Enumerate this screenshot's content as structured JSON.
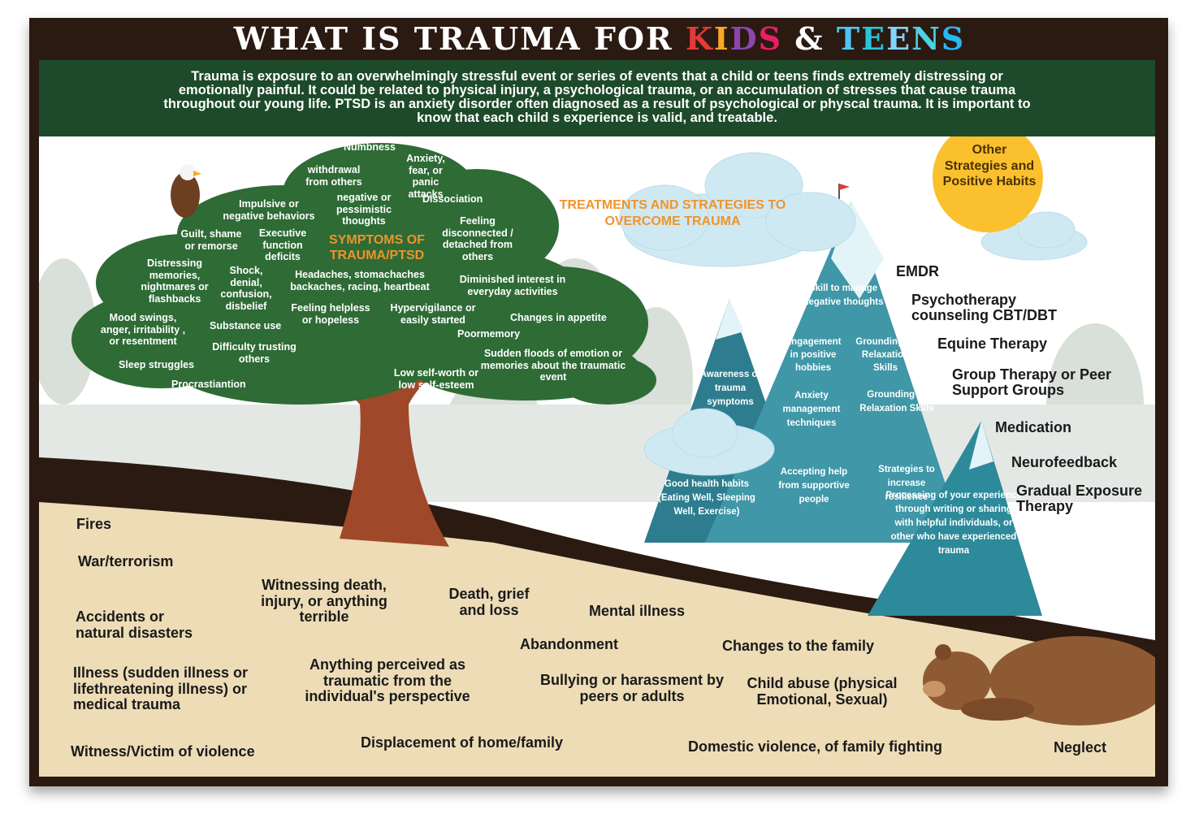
{
  "title": {
    "part1": "WHAT IS TRAUMA FOR",
    "kids_letters": [
      "K",
      "I",
      "D",
      "S"
    ],
    "amp": "&",
    "teens_letters": [
      "T",
      "E",
      "E",
      "N",
      "S"
    ]
  },
  "intro_text": "Trauma is exposure to an overwhelmingly stressful event or series of events that a child or teens finds extremely distressing or emotionally painful. It could be related to physical injury, a psychological trauma, or an accumulation of stresses that cause trauma throughout our young life. PTSD is an anxiety disorder often diagnosed as a result of psychological or physcal trauma. It is important to know that each child s experience is valid, and treatable.",
  "symptoms": {
    "heading": "SYMPTOMS OF TRAUMA/PTSD",
    "items": [
      "Numbness",
      "Anxiety, fear, or panic attacks",
      "withdrawal from others",
      "Impulsive or negative behaviors",
      "negative or pessimistic thoughts",
      "Dissociation",
      "Guilt, shame or remorse",
      "Executive function deficits",
      "Feeling disconnected / detached from others",
      "Distressing memories, nightmares or flashbacks",
      "Shock, denial, confusion, disbelief",
      "Headaches, stomachaches backaches, racing, heartbeat",
      "Diminished interest in everyday activities",
      "Mood swings, anger, irritability , or resentment",
      "Feeling helpless or hopeless",
      "Hypervigilance or easily started",
      "Changes in appetite",
      "Substance use",
      "Poormemory",
      "Difficulty trusting others",
      "Sudden floods of emotion or memories about the traumatic event",
      "Sleep struggles",
      "Low self-worth or low self-esteem",
      "Procrastiantion"
    ]
  },
  "treatments": {
    "heading": "TREATMENTS AND STRATEGIES TO OVERCOME TRAUMA",
    "mountain_items": [
      "Skill to manage negative thoughts",
      "Engagement in positive hobbies",
      "Grounding or Relaxation Skills",
      "Awareness of trauma symptoms",
      "Anxiety management techniques",
      "Grounding or Relaxation Skills",
      "Accepting help from supportive people",
      "Strategies to increase resilience",
      "Good health habits (Eating Well, Sleeping Well, Exercise)",
      "Processing of your experience through writing or sharing with helpful individuals, or other who have experienced trauma"
    ],
    "other_strategies": "Other Strategies and Positive Habits",
    "list": [
      "EMDR",
      "Psychotherapy counseling CBT/DBT",
      "Equine Therapy",
      "Group Therapy or Peer Support Groups",
      "Medication",
      "Neurofeedback",
      "Gradual Exposure Therapy"
    ]
  },
  "causes": [
    "Fires",
    "War/terrorism",
    "Witnessing death, injury, or anything terrible",
    "Death, grief and loss",
    "Mental illness",
    "Accidents or natural disasters",
    "Abandonment",
    "Changes to the family",
    "Anything perceived as traumatic from the individual's perspective",
    "Illness (sudden illness or lifethreatening illness) or medical trauma",
    "Bullying or harassment by peers or adults",
    "Child abuse (physical Emotional, Sexual)",
    "Displacement of home/family",
    "Witness/Victim of violence",
    "Domestic violence, of family fighting",
    "Neglect"
  ],
  "colors": {
    "frame": "#2a1a12",
    "intro_band": "#1d4a2a",
    "tree_foliage": "#2e6b35",
    "trunk": "#a0482a",
    "ground": "#eddcb6",
    "hill": "#2a1a12",
    "mountain": "#3f97a8",
    "heading_orange": "#f0932b",
    "sun": "#fbc02d"
  }
}
